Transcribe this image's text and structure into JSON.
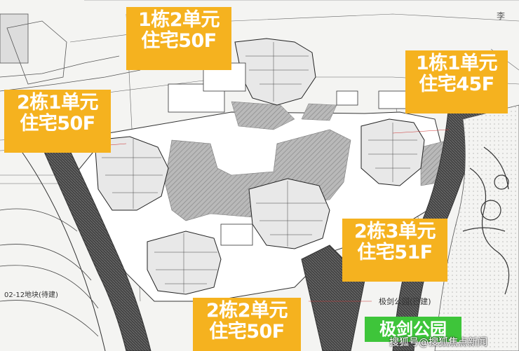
{
  "labels": {
    "b1u2": {
      "line1": "1栋2单元",
      "line2": "住宅50F"
    },
    "b1u1": {
      "line1": "1栋1单元",
      "line2": "住宅45F"
    },
    "b2u1": {
      "line1": "2栋1单元",
      "line2": "住宅50F"
    },
    "b2u3": {
      "line1": "2栋3单元",
      "line2": "住宅51F"
    },
    "b2u2": {
      "line1": "2栋2单元",
      "line2": "住宅50F"
    }
  },
  "map_text": {
    "plot_0212": "02-12地块(待建)",
    "park_built": "极剑公园(已建)",
    "road_li": "李"
  },
  "park_label": "极剑公园",
  "watermark": "搜狐号@搜狐焦点新闻",
  "colors": {
    "label_bg": "#f5b21f",
    "label_text": "#ffffff",
    "park_bg": "#3ec53a",
    "road_fill": "#4a4a4a",
    "hatch": "#8a8a8a"
  }
}
